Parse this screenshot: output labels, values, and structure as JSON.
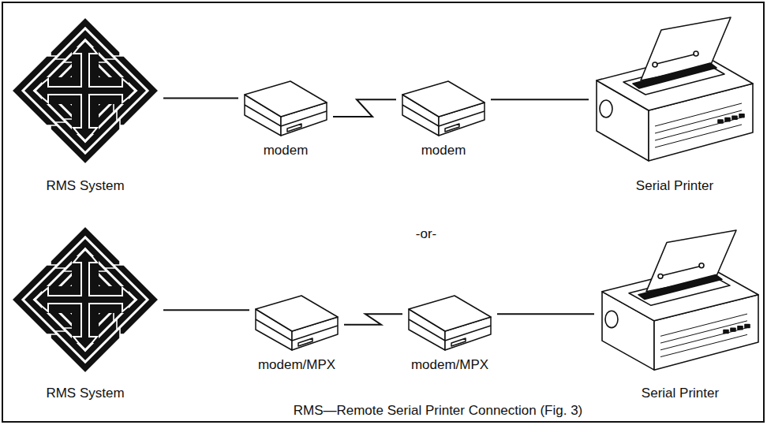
{
  "diagram": {
    "caption": "RMS—Remote Serial Printer Connection (Fig. 3)",
    "nodes": [
      {
        "text": [
          "RMS System"
        ]
      },
      {
        "text": [
          "modem"
        ]
      },
      {
        "text": [
          "modem"
        ]
      },
      {
        "text": [
          "Serial Printer"
        ]
      },
      {
        "text": [
          "RMS System"
        ]
      },
      {
        "text": [
          "modem/MPX"
        ]
      },
      {
        "text": [
          "modem/MPX"
        ]
      },
      {
        "text": [
          "Serial Printer"
        ]
      }
    ],
    "edges": [
      {
        "from": 0,
        "to": 1,
        "arrow": "none"
      },
      {
        "from": 1,
        "to": 2,
        "arrow": "none"
      },
      {
        "from": 2,
        "to": 3,
        "arrow": "none"
      },
      {
        "from": 4,
        "to": 5,
        "arrow": "none"
      },
      {
        "from": 5,
        "to": 6,
        "arrow": "none"
      },
      {
        "from": 6,
        "to": 7,
        "arrow": "none"
      }
    ],
    "labels": [
      "-or-"
    ]
  }
}
